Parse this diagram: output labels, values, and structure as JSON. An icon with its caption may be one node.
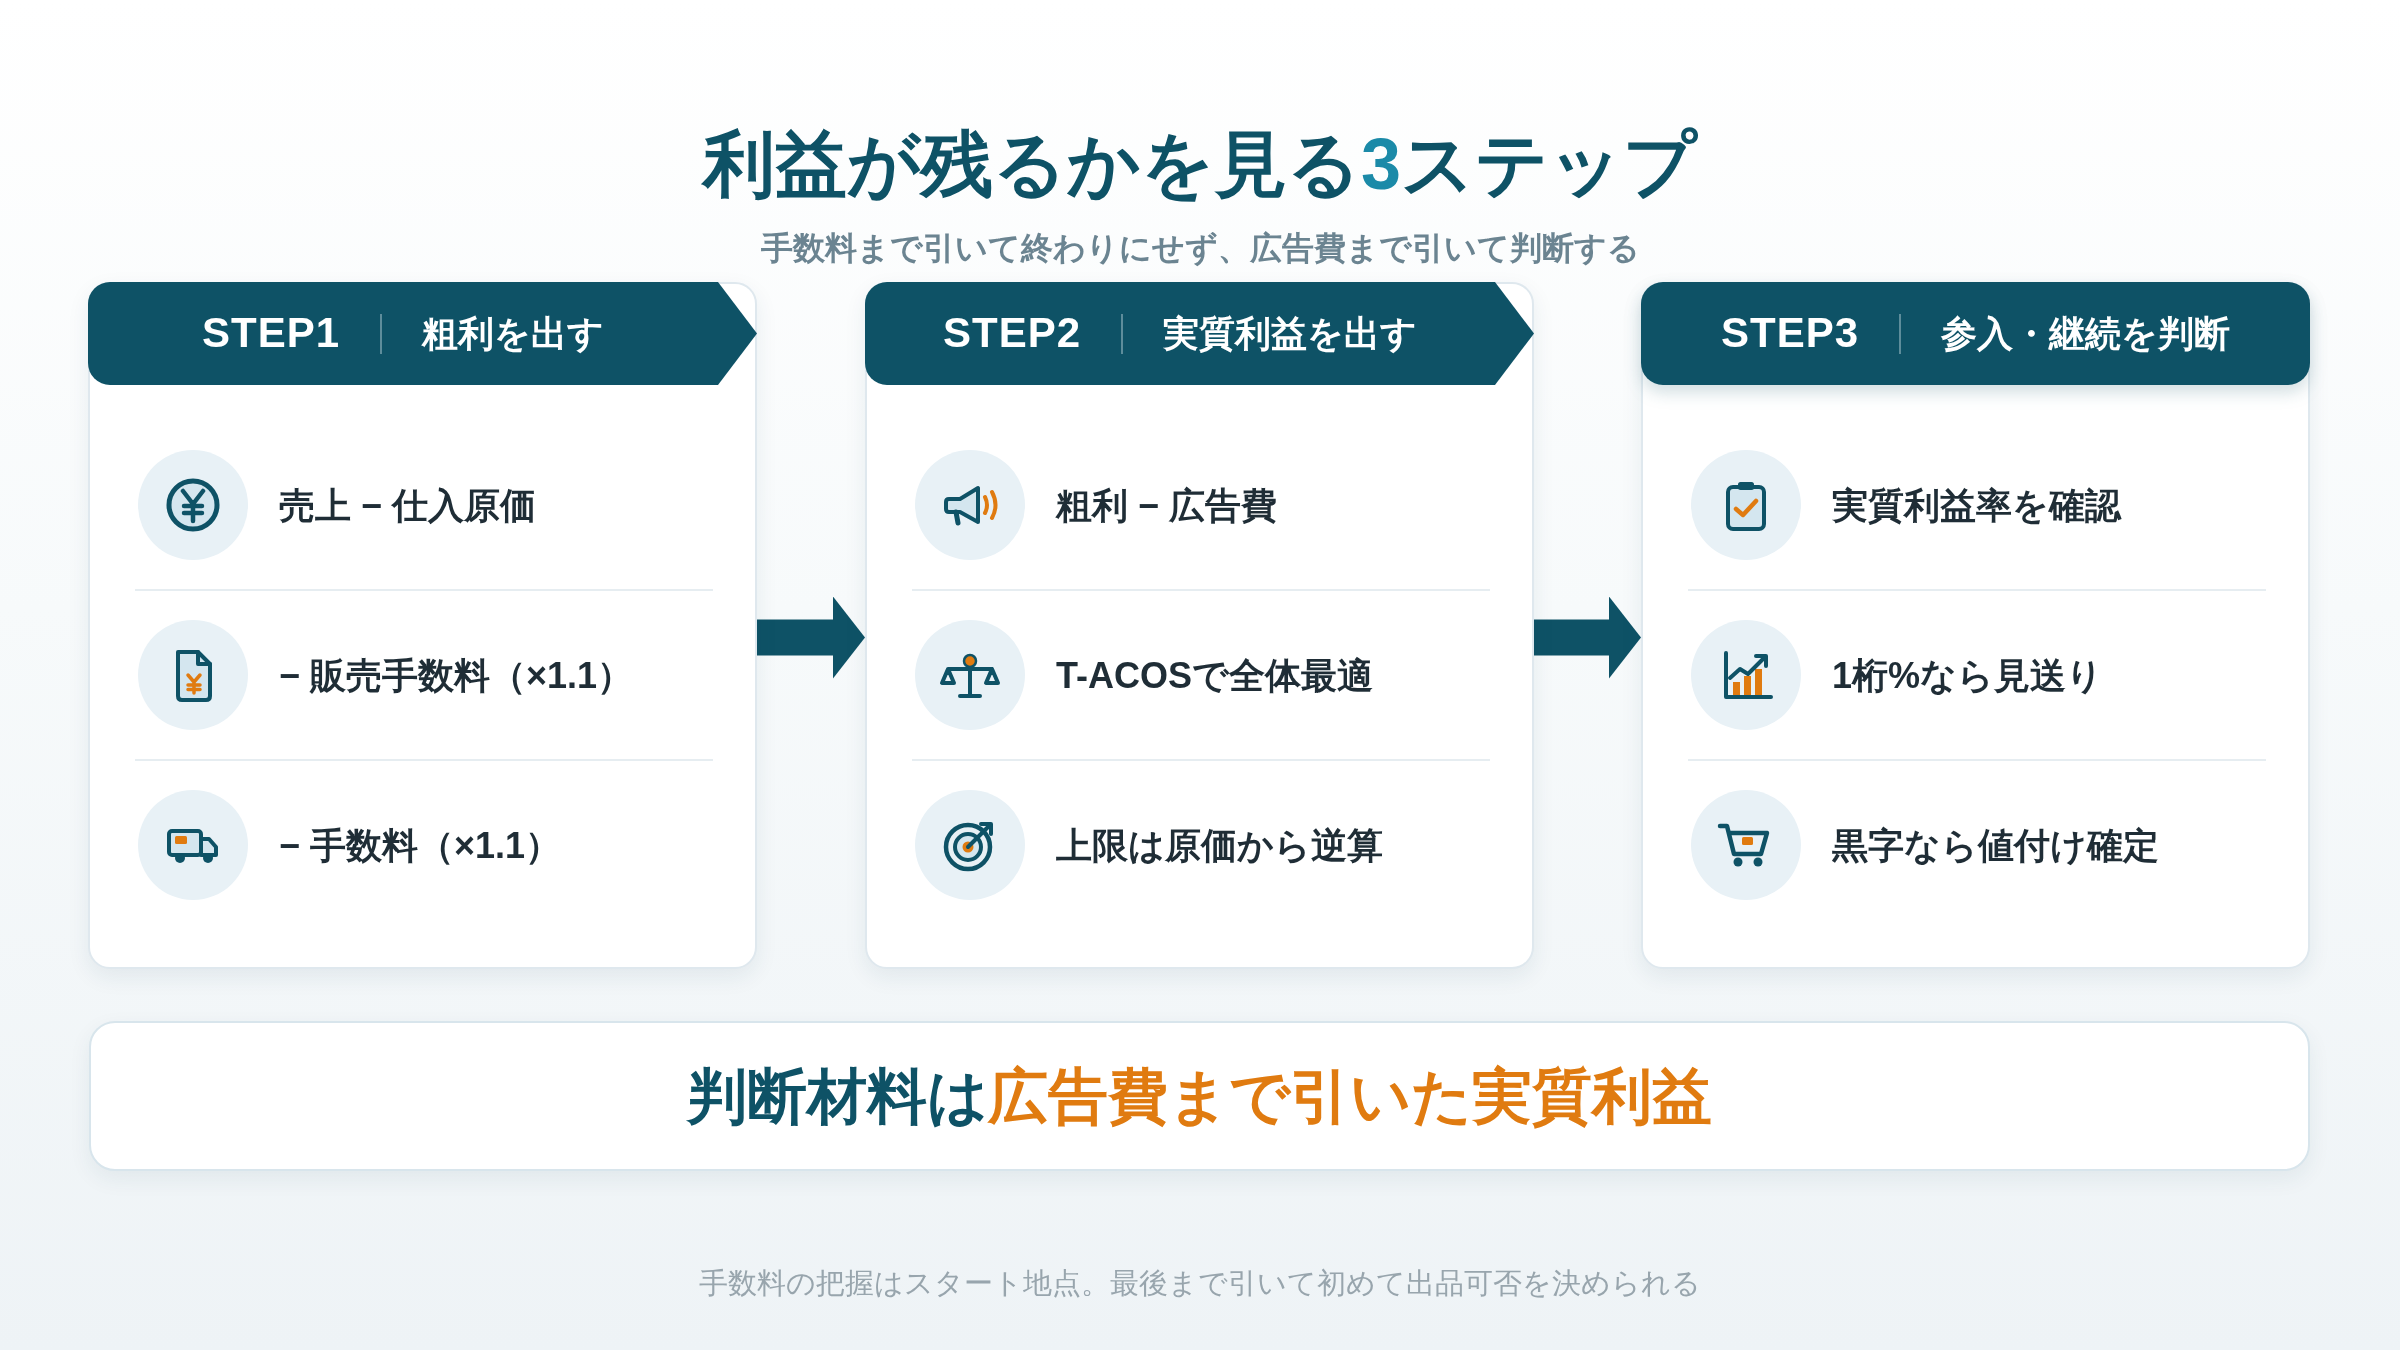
{
  "diagram": {
    "title": "利益が残るかを見る3ステップ",
    "caption": "手数料の把握はスタート地点。最後まで引いて初めて出品可否を決められる",
    "labels": [
      "手数料まで引いて終わりにせず、広告費まで引いて判断する"
    ],
    "nodes": [
      {
        "text": [
          "STEP1",
          "粗利を出す"
        ]
      },
      {
        "text": [
          "売上 − 仕入原価"
        ],
        "in": 0
      },
      {
        "text": [
          "− 販売手数料（×1.1）"
        ],
        "in": 0
      },
      {
        "text": [
          "− 手数料（×1.1）"
        ],
        "in": 0
      },
      {
        "text": [
          "STEP2",
          "実質利益を出す"
        ]
      },
      {
        "text": [
          "粗利 − 広告費"
        ],
        "in": 4
      },
      {
        "text": [
          "T-ACOSで全体最適"
        ],
        "in": 4
      },
      {
        "text": [
          "上限は原価から逆算"
        ],
        "in": 4
      },
      {
        "text": [
          "STEP3",
          "参入・継続を判断"
        ]
      },
      {
        "text": [
          "実質利益率を確認"
        ],
        "in": 8
      },
      {
        "text": [
          "1桁%なら見送り"
        ],
        "in": 8
      },
      {
        "text": [
          "黒字なら値付け確定"
        ],
        "in": 8
      },
      {
        "text": [
          "判断材料は",
          "広告費まで引いた実質利益"
        ]
      }
    ],
    "edges": [
      {
        "from": 0,
        "to": 4,
        "arrow": "to"
      },
      {
        "from": 4,
        "to": 8,
        "arrow": "to"
      }
    ]
  }
}
